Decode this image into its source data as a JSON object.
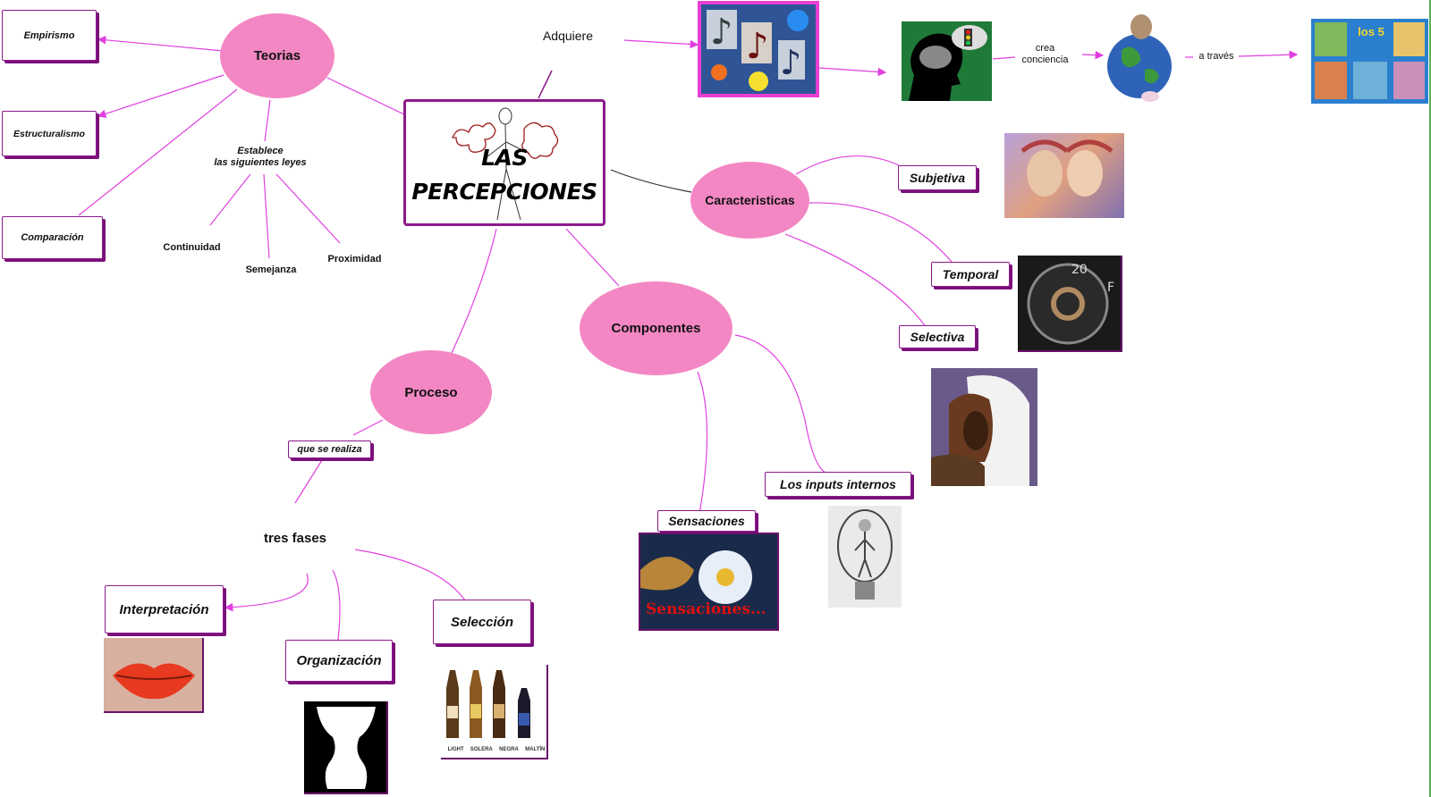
{
  "center": {
    "title": "LAS\nPERCEPCIONES"
  },
  "nodes": {
    "teorias": "Teorias",
    "caracteristicas": "Caracteristicas",
    "componentes": "Componentes",
    "proceso": "Proceso"
  },
  "teorias": {
    "items": [
      "Empirismo",
      "Estructuralismo",
      "Comparación"
    ],
    "establece": "Establece\nlas siguientes leyes",
    "leyes": [
      "Continuidad",
      "Semejanza",
      "Proximidad"
    ]
  },
  "top_chain": {
    "adquiere": "Adquiere",
    "crea_conciencia": "crea\nconciencia",
    "a_traves": "a través",
    "sentidos_badge": "los 5"
  },
  "caracteristicas": {
    "items": [
      "Subjetiva",
      "Temporal",
      "Selectiva"
    ]
  },
  "componentes": {
    "items": [
      "Sensaciones",
      "Los inputs internos"
    ],
    "sensaciones_caption": "Sensaciones..."
  },
  "proceso": {
    "que_se_realiza": "que se realiza",
    "tres_fases": "tres fases",
    "fases": [
      "Interpretación",
      "Organización",
      "Selección"
    ],
    "bottle_labels": [
      "LIGHT",
      "SOLERA",
      "NEGRA",
      "MALTÍN"
    ]
  },
  "colors": {
    "ellipse": "#f387c3",
    "link": "#e040e0",
    "border": "#8b1a8b",
    "center_border": "#8b1a8b"
  }
}
